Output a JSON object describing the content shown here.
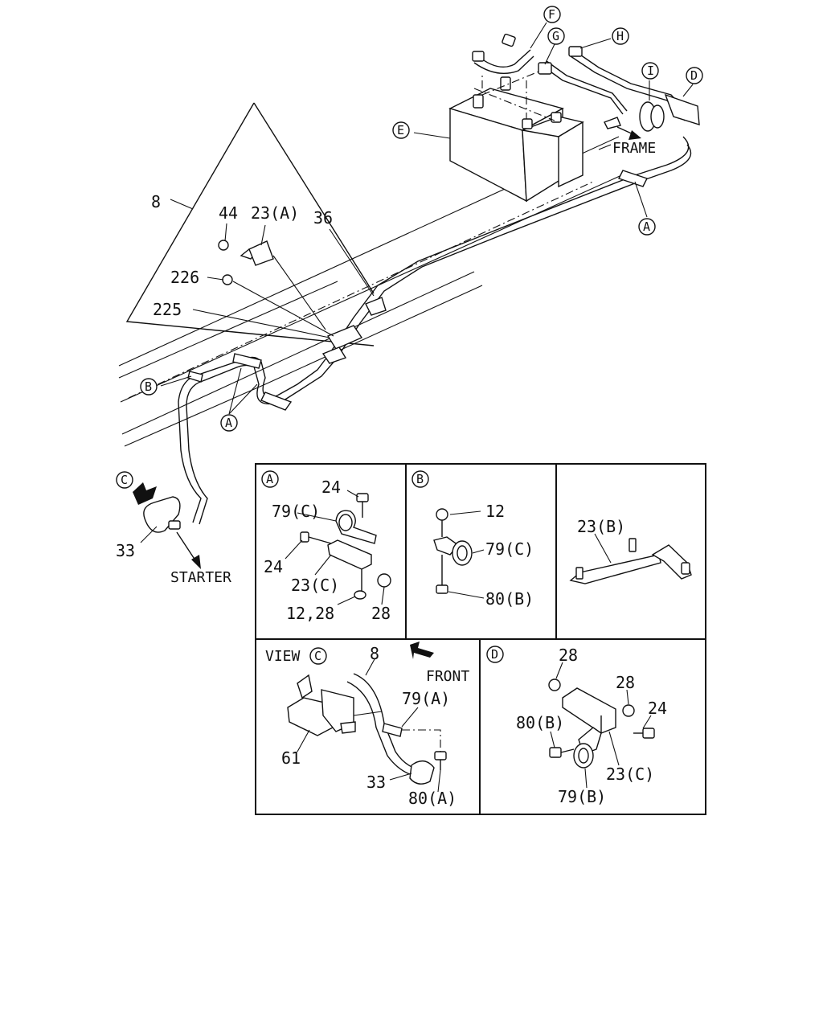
{
  "labels": {
    "part_8": "8",
    "part_44": "44",
    "part_23a": "23(A)",
    "part_36": "36",
    "part_226": "226",
    "part_225": "225",
    "part_33": "33",
    "starter": "STARTER",
    "frame": "FRAME"
  },
  "callouts": {
    "a": "A",
    "b": "B",
    "c": "C",
    "d": "D",
    "e": "E",
    "f": "F",
    "g": "G",
    "h": "H",
    "i": "I"
  },
  "panel_a": {
    "tag": "A",
    "p24_top": "24",
    "p79c": "79(C)",
    "p24_left": "24",
    "p23c": "23(C)",
    "p12_28": "12,28",
    "p28": "28"
  },
  "panel_b": {
    "tag": "B",
    "p12": "12",
    "p79c": "79(C)",
    "p80b": "80(B)"
  },
  "panel_23b": {
    "p23b": "23(B)"
  },
  "panel_view_c": {
    "view": "VIEW",
    "tag": "C",
    "p8": "8",
    "front": "FRONT",
    "p79a": "79(A)",
    "p61": "61",
    "p33": "33",
    "p80a": "80(A)"
  },
  "panel_d": {
    "tag": "D",
    "p28_top": "28",
    "p28_right": "28",
    "p24": "24",
    "p80b": "80(B)",
    "p23c": "23(C)",
    "p79b": "79(B)"
  }
}
